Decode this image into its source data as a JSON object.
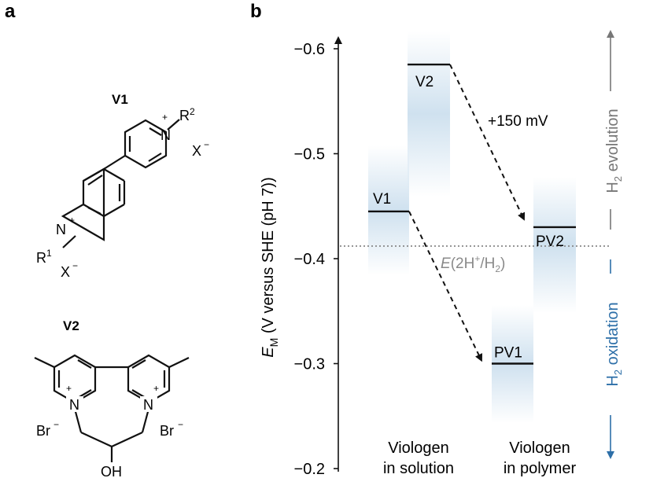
{
  "panel_a": {
    "label": "a",
    "v1": {
      "name": "V1",
      "n_top": "N",
      "plus_top": "+",
      "r2": "R",
      "r2_sup": "2",
      "x_top": "X",
      "x_top_sup": "−",
      "n_bottom": "N",
      "plus_bottom": "+",
      "r1": "R",
      "r1_sup": "1",
      "x_bottom": "X",
      "x_bottom_sup": "−"
    },
    "v2": {
      "name": "V2",
      "n_left": "N",
      "plus_left": "+",
      "n_right": "N",
      "plus_right": "+",
      "br_left": "Br",
      "br_left_sup": "−",
      "br_right": "Br",
      "br_right_sup": "−",
      "oh": "OH"
    }
  },
  "panel_b": {
    "label": "b",
    "axis_label": {
      "e": "E",
      "m": "M",
      "rest": " (V versus SHE (pH 7))"
    },
    "ticks": [
      {
        "value": -0.6,
        "label": "−0.6"
      },
      {
        "value": -0.5,
        "label": "−0.5"
      },
      {
        "value": -0.4,
        "label": "−0.4"
      },
      {
        "value": -0.3,
        "label": "−0.3"
      },
      {
        "value": -0.2,
        "label": "−0.2"
      }
    ],
    "levels": [
      {
        "name": "V1",
        "value": -0.445
      },
      {
        "name": "V2",
        "value": -0.585
      },
      {
        "name": "PV1",
        "value": -0.3
      },
      {
        "name": "PV2",
        "value": -0.43
      }
    ],
    "reference_line": {
      "value": -0.412,
      "e": "E",
      "open": "(2H",
      "plus": "+",
      "slash": "/H",
      "sub": "2",
      "close": ")"
    },
    "shift_label": "+150 mV",
    "categories": {
      "solution_line1": "Viologen",
      "solution_line2": "in solution",
      "polymer_line1": "Viologen",
      "polymer_line2": "in polymer"
    },
    "right_labels": {
      "evolution_h": "H",
      "evolution_sub": "2",
      "evolution_text": " evolution",
      "oxidation_h": "H",
      "oxidation_sub": "2",
      "oxidation_text": " oxidation"
    },
    "colors": {
      "evolution": "#777777",
      "oxidation": "#2d6fa8",
      "band": "#cfe1ef",
      "reference": "#888888"
    }
  }
}
